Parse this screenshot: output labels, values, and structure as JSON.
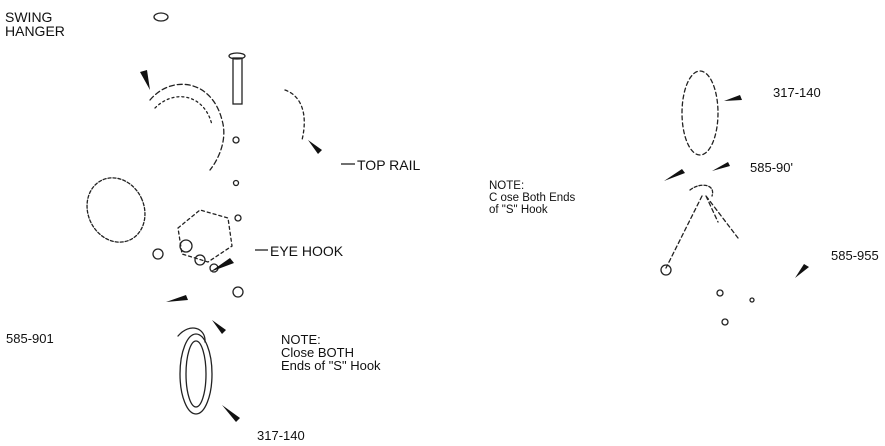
{
  "left_assembly": {
    "swing_hanger": [
      "SWING",
      "HANGER"
    ],
    "top_rail": "TOP RAIL",
    "eye_hook": "EYE HOOK",
    "part_585_901": "585-901",
    "note": [
      "NOTE:",
      "Close BOTH",
      "Ends of \"S\" Hook"
    ],
    "part_317_140": "317-140"
  },
  "right_assembly": {
    "part_317_140": "317-140",
    "part_585_901": "585-90'",
    "note": [
      "NOTE:",
      "C ose Both Ends",
      "of \"S\" Hook"
    ],
    "part_585_955": "585-955"
  },
  "colors": {
    "ink": "#111111",
    "background": "#ffffff"
  }
}
